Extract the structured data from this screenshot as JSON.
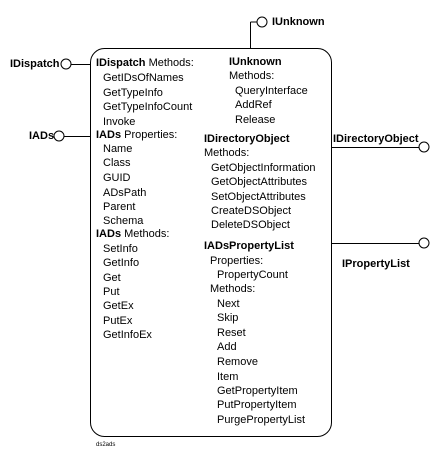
{
  "interfaces": {
    "iunknown_top": "IUnknown",
    "idispatch_left": "IDispatch",
    "iads_left": "IADs",
    "idirectoryobject_right": "IDirectoryObject",
    "ipropertylist_right": "IPropertyList"
  },
  "idispatch": {
    "title": "IDispatch",
    "suffix": "Methods:",
    "methods": [
      "GetIDsOfNames",
      "GetTypeInfo",
      "GetTypeInfoCount",
      "Invoke"
    ]
  },
  "iads_props": {
    "title": "IADs",
    "suffix": "Properties:",
    "properties": [
      "Name",
      "Class",
      "GUID",
      "ADsPath",
      "Parent",
      "Schema"
    ]
  },
  "iads_methods": {
    "title": "IADs",
    "suffix": "Methods:",
    "methods": [
      "SetInfo",
      "GetInfo",
      "Get",
      "Put",
      "GetEx",
      "PutEx",
      "GetInfoEx"
    ]
  },
  "iunknown": {
    "title": "IUnknown",
    "methods_label": "Methods:",
    "methods": [
      "QueryInterface",
      "AddRef",
      "Release"
    ]
  },
  "idirectoryobject": {
    "title": "IDirectoryObject",
    "methods_label": "Methods:",
    "methods": [
      "GetObjectInformation",
      "GetObjectAttributes",
      "SetObjectAttributes",
      "CreateDSObject",
      "DeleteDSObject"
    ]
  },
  "ipropertylist": {
    "title": "IADsPropertyList",
    "properties_label": "Properties:",
    "properties": [
      "PropertyCount"
    ],
    "methods_label": "Methods:",
    "methods": [
      "Next",
      "Skip",
      "Reset",
      "Add",
      "Remove",
      "Item",
      "GetPropertyItem",
      "PutPropertyItem",
      "PurgePropertyList"
    ]
  },
  "caption": "ds2ads"
}
